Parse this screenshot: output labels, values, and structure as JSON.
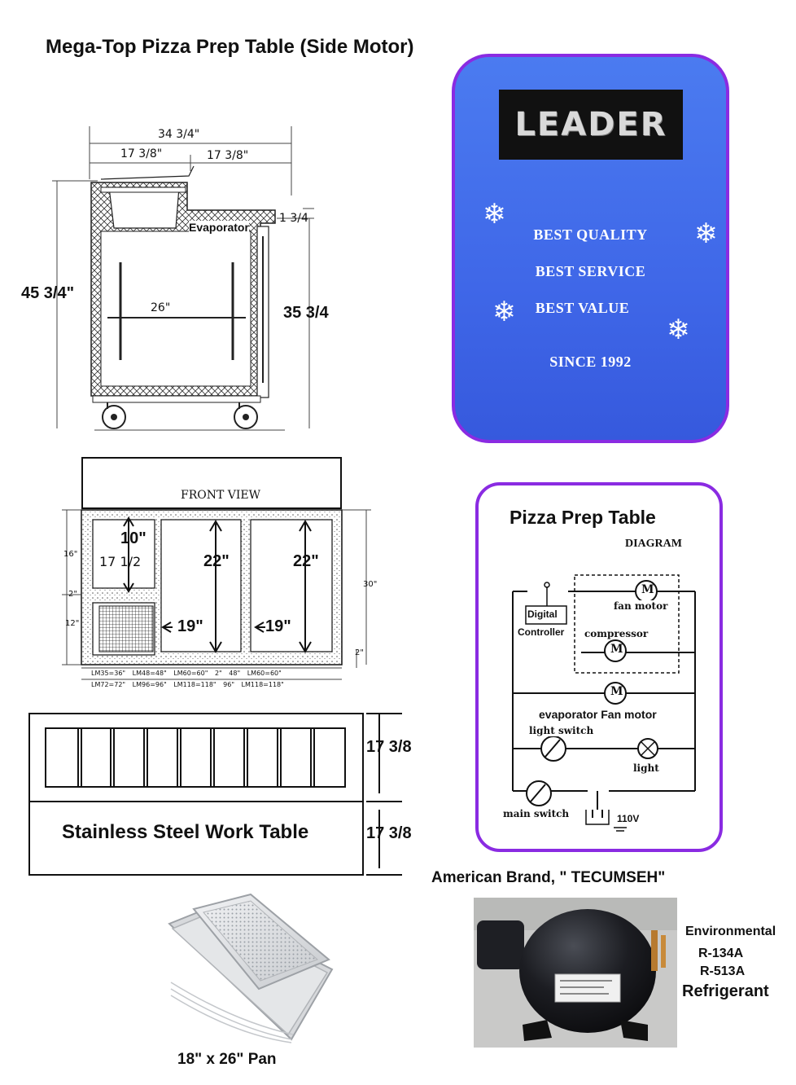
{
  "title": "Mega-Top Pizza Prep Table (Side Motor)",
  "side_view": {
    "overall_width": "34 3/4\"",
    "top_left_width": "17 3/8\"",
    "top_right_width": "17 3/8\"",
    "shelf_thickness": "1 3/4",
    "evaporator_label": "Evaporator",
    "total_height": "45 3/4\"",
    "body_height": "35 3/4",
    "shelf_depth": "26\""
  },
  "badge": {
    "brand": "LEADER",
    "lines": [
      "BEST QUALITY",
      "BEST SERVICE",
      "BEST VALUE",
      "SINCE 1992"
    ]
  },
  "front_view": {
    "label": "FRONT VIEW",
    "left_top_height": "16\"",
    "left_bottom_height": "12\"",
    "mid_gap": "2\"",
    "right_height": "30\"",
    "bottom_gap": "2\"",
    "drawer_height": "10\"",
    "drawer_width": "17 1/2",
    "door1_height": "22\"",
    "door2_height": "22\"",
    "door1_width": "19\"",
    "door2_width": "19\"",
    "bottom_row1": [
      "LM35=36\"",
      "LM48=48\"",
      "LM60=60\"",
      "2\"",
      "48\"",
      "LM60=60\""
    ],
    "bottom_row2": [
      "LM72=72\"",
      "LM96=96\"",
      "LM118=118\"",
      "96\"",
      "LM118=118\""
    ]
  },
  "top_view": {
    "rail_depth": "17 3/8",
    "work_depth": "17 3/8",
    "work_table_label": "Stainless Steel Work Table"
  },
  "wiring": {
    "title": "Pizza Prep Table",
    "subtitle": "DIAGRAM",
    "controller": "Digital",
    "controller2": "Controller",
    "fan_motor": "fan motor",
    "compressor": "compressor",
    "evaporator_fan": "evaporator Fan motor",
    "light_switch": "light switch",
    "light": "light",
    "main_switch": "main switch",
    "voltage": "110V",
    "motor_symbol": "M"
  },
  "pan_caption": "18\" x 26\" Pan",
  "compressor": {
    "brand_caption": "American Brand, \" TECUMSEH\"",
    "refrigerant": [
      "Environmental",
      "R-134A",
      "R-513A",
      "Refrigerant"
    ]
  },
  "colors": {
    "badge_border": "#8a2be2",
    "badge_fill": "#4070ea"
  }
}
